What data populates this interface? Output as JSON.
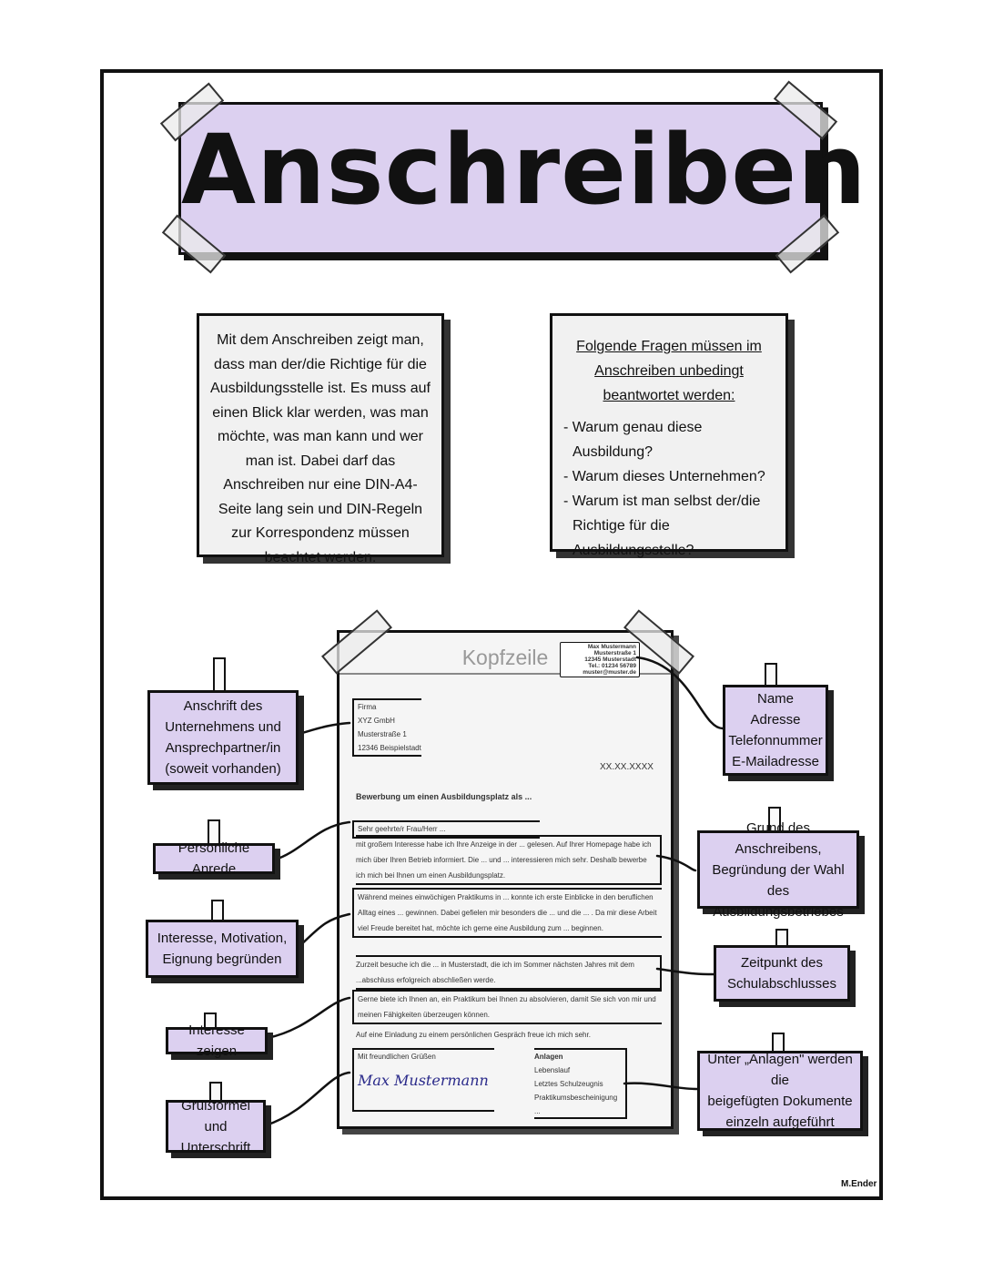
{
  "title": "Anschreiben",
  "intro_text": "Mit dem Anschreiben zeigt man, dass man der/die Richtige für die Ausbildungsstelle ist. Es muss auf einen Blick klar werden, was man möchte, was man kann und wer man ist. Dabei darf das Anschreiben nur eine DIN-A4-Seite lang sein und DIN-Regeln zur Korrespondenz müssen beachtet werden.",
  "questions": {
    "heading": "Folgende Fragen müssen im Anschreiben unbedingt beantwortet werden:",
    "items": [
      "- Warum genau diese Ausbildung?",
      "- Warum dieses Unternehmen?",
      "- Warum ist man selbst der/die Richtige für die Ausbildungsstelle?"
    ]
  },
  "letter": {
    "header": "Kopfzeile",
    "sender": [
      "Max Mustermann",
      "Musterstraße 1",
      "12345 Musterstadt",
      "Tel.: 01234 56789",
      "muster@muster.de"
    ],
    "recipient": [
      "Firma",
      "XYZ GmbH",
      "Musterstraße 1",
      "12346 Beispielstadt"
    ],
    "date": "XX.XX.XXXX",
    "subject": "Bewerbung um einen Ausbildungsplatz als ...",
    "salutation": "Sehr geehrte/r Frau/Herr ...",
    "para1": "mit großem Interesse habe ich Ihre Anzeige in der ... gelesen. Auf Ihrer Homepage habe ich mich über Ihren Betrieb informiert. Die ... und ... interessieren mich sehr. Deshalb bewerbe ich mich bei Ihnen um einen Ausbildungsplatz.",
    "para2": "Während meines einwöchigen Praktikums in ... konnte ich erste Einblicke in den beruflichen Alltag eines ... gewinnen. Dabei gefielen mir besonders die ... und die ... . Da mir diese Arbeit viel Freude bereitet hat, möchte ich gerne eine Ausbildung zum ... beginnen.",
    "para3": "Zurzeit besuche ich die ... in Musterstadt, die ich im Sommer nächsten Jahres mit dem ...abschluss erfolgreich abschließen werde.",
    "para4": "Gerne biete ich Ihnen an, ein Praktikum bei Ihnen zu absolvieren, damit Sie sich von mir und meinen Fähigkeiten überzeugen können.",
    "para5": "Auf eine Einladung zu einem persönlichen Gespräch freue ich mich sehr.",
    "closing": "Mit freundlichen Grüßen",
    "signature": "Max Mustermann",
    "attachments_title": "Anlagen",
    "attachments": [
      "Lebenslauf",
      "Letztes Schulzeugnis",
      "Praktikumsbescheinigung",
      "..."
    ]
  },
  "labels_left": [
    {
      "lines": [
        "Anschrift des",
        "Unternehmens und",
        "Ansprechpartner/in",
        "(soweit vorhanden)"
      ]
    },
    {
      "lines": [
        "Persönliche Anrede"
      ]
    },
    {
      "lines": [
        "Interesse, Motivation,",
        "Eignung begründen"
      ]
    },
    {
      "lines": [
        "Interesse zeigen"
      ]
    },
    {
      "lines": [
        "Grußformel und",
        "Unterschrift"
      ]
    }
  ],
  "labels_right": [
    {
      "lines": [
        "Name",
        "Adresse",
        "Telefonnummer",
        "E-Mailadresse"
      ]
    },
    {
      "lines": [
        "Grund des Anschreibens,",
        "Begründung der Wahl des",
        "Ausbildungsbetriebes"
      ]
    },
    {
      "lines": [
        "Zeitpunkt des",
        "Schulabschlusses"
      ]
    },
    {
      "lines": [
        "Unter „Anlagen\" werden die",
        "beigefügten Dokumente",
        "einzeln aufgeführt"
      ]
    }
  ],
  "author": "M.Ender",
  "colors": {
    "accent": "#dcd0f0",
    "paper": "#f1f1f1",
    "ink": "#111111"
  }
}
